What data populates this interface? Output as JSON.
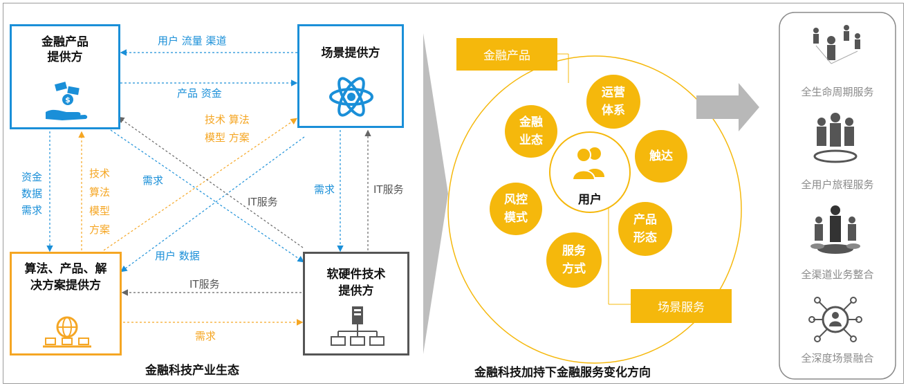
{
  "left_diagram": {
    "caption": "金融科技产业生态",
    "boxes": {
      "finance_provider": "金融产品\n提供方",
      "scene_provider": "场景提供方",
      "algo_provider": "算法、产品、解\n决方案提供方",
      "tech_provider": "软硬件技术\n提供方"
    },
    "labels": {
      "user_flow_channel": "用户  流量  渠道",
      "product_capital": "产品  资金",
      "tech_algo_model": "技术  算法\n模型  方案",
      "capital_data_demand": "资金\n数据\n需求",
      "tech_algo_model_v": "技术\n算法\n模型\n方案",
      "demand_diag": "需求",
      "it_service_diag": "IT服务",
      "demand_v": "需求",
      "it_service_v": "IT服务",
      "user_data": "用户  数据",
      "it_service_h": "IT服务",
      "demand_h": "需求"
    }
  },
  "right_diagram": {
    "caption": "金融科技加持下金融服务变化方向",
    "tag_top": "金融产品",
    "tag_bottom": "场景服务",
    "center": "用户",
    "circles": [
      "运营\n体系",
      "金融\n业态",
      "触达",
      "风控\n模式",
      "产品\n形态",
      "服务\n方式"
    ]
  },
  "services": [
    "全生命周期服务",
    "全用户旅程服务",
    "全渠道业务整合",
    "全深度场景融合"
  ],
  "colors": {
    "blue": "#1a8fd8",
    "orange": "#f5a623",
    "yellow": "#f5b80c",
    "gray": "#595959"
  }
}
